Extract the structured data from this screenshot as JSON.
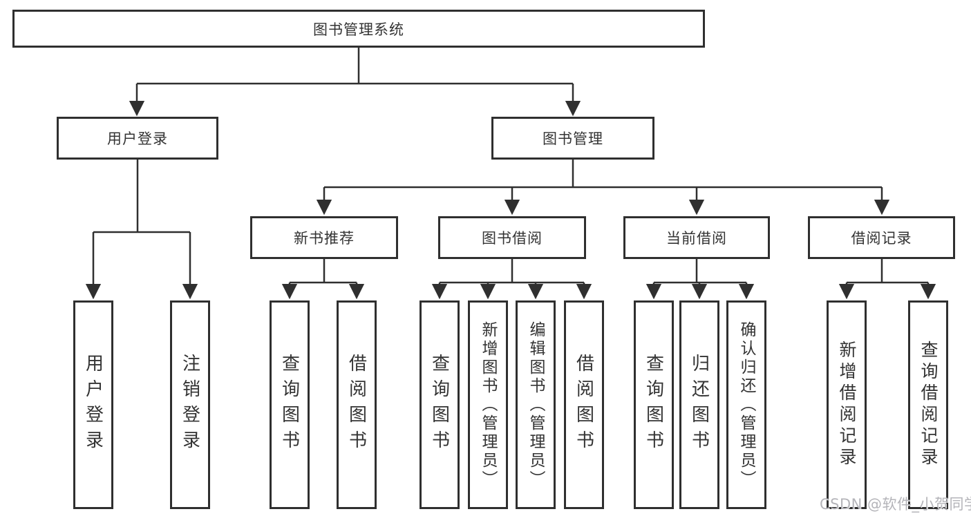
{
  "diagram": {
    "title": "图书管理系统",
    "root": {
      "label": "图书管理系统"
    },
    "branches": [
      {
        "label": "用户登录",
        "children": [
          {
            "label": "用户登录"
          },
          {
            "label": "注销登录"
          }
        ]
      },
      {
        "label": "图书管理",
        "groups": [
          {
            "label": "新书推荐",
            "children": [
              {
                "label": "查询图书"
              },
              {
                "label": "借阅图书"
              }
            ]
          },
          {
            "label": "图书借阅",
            "children": [
              {
                "label": "查询图书"
              },
              {
                "label": "新增图书（管理员）"
              },
              {
                "label": "编辑图书（管理员）"
              },
              {
                "label": "借阅图书"
              }
            ]
          },
          {
            "label": "当前借阅",
            "children": [
              {
                "label": "查询图书"
              },
              {
                "label": "归还图书"
              },
              {
                "label": "确认归还（管理员）"
              }
            ]
          },
          {
            "label": "借阅记录",
            "children": [
              {
                "label": "新增借阅记录"
              },
              {
                "label": "查询借阅记录"
              }
            ]
          }
        ]
      }
    ]
  },
  "watermark": {
    "text": "CSDN @软件_小贺同学",
    "color": "#b4b4b9"
  },
  "colors": {
    "line": "#2f2f2f",
    "box_border": "#2f2f2f",
    "text": "#333333",
    "background": "#ffffff"
  }
}
